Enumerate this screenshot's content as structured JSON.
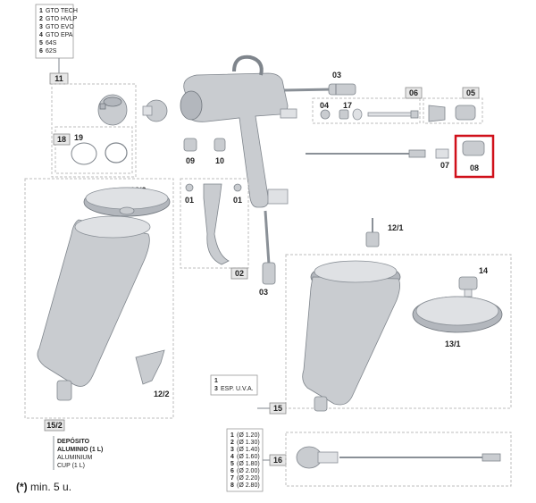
{
  "models": {
    "items": [
      {
        "num": "1",
        "name": "GTO TECH"
      },
      {
        "num": "2",
        "name": "GTO HVLP"
      },
      {
        "num": "3",
        "name": "GTO EVO"
      },
      {
        "num": "4",
        "name": "GTO EPA"
      },
      {
        "num": "5",
        "name": "64S"
      },
      {
        "num": "6",
        "name": "62S"
      }
    ],
    "ref": "11"
  },
  "uv": {
    "num": "3",
    "name": "ESP. U.V.A.",
    "ref": "15"
  },
  "nozzles": {
    "items": [
      {
        "num": "1",
        "size": "(Ø 1.20)"
      },
      {
        "num": "2",
        "size": "(Ø 1.30)"
      },
      {
        "num": "3",
        "size": "(Ø 1.40)"
      },
      {
        "num": "4",
        "size": "(Ø 1.60)"
      },
      {
        "num": "5",
        "size": "(Ø 1.80)"
      },
      {
        "num": "6",
        "size": "(Ø 2.00)"
      },
      {
        "num": "7",
        "size": "(Ø 2.20)"
      },
      {
        "num": "8",
        "size": "(Ø 2.80)"
      }
    ],
    "ref": "16"
  },
  "cup": {
    "ref": "15/2",
    "line1": "DEPÓSITO",
    "line2": "ALUMINIO (1 L)",
    "line3": "ALUMINIUM",
    "line4": "CUP (1 L)"
  },
  "labels": {
    "p03_top": "03",
    "p04": "04",
    "p17": "17",
    "p06": "06",
    "p05": "05",
    "p18": "18",
    "p19": "19",
    "p09": "09",
    "p10": "10",
    "p07": "07",
    "p08": "08",
    "p13_2": "13/2",
    "p01_left": "01",
    "p01_right": "01",
    "p02": "02",
    "p03_bottom": "03",
    "p12_1": "12/1",
    "p14": "14",
    "p13_1": "13/1",
    "p12_2": "12/2"
  },
  "note": {
    "mark": "(*)",
    "text": " min. 5 u."
  },
  "highlight_color": "#d0101a"
}
